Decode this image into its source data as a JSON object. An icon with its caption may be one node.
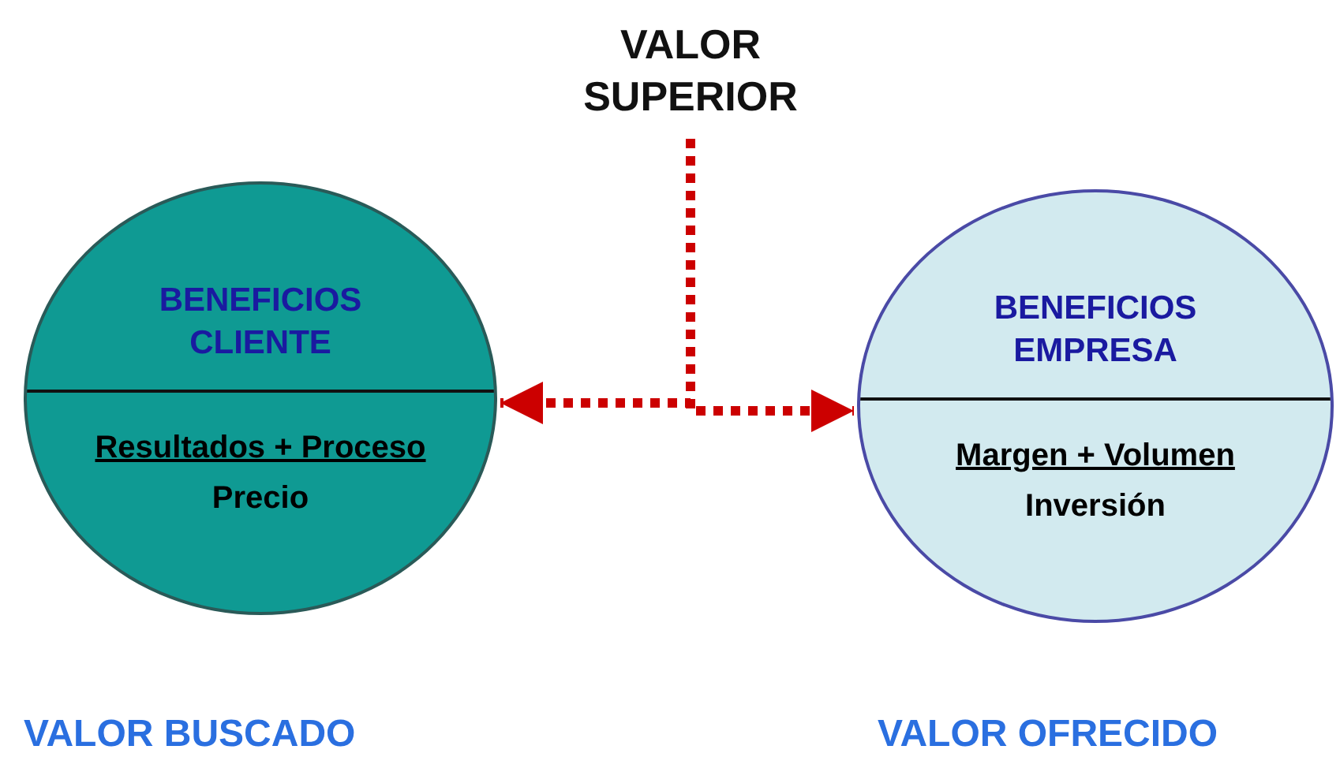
{
  "diagram": {
    "nodes": [
      {
        "text": [
          "VALOR SUPERIOR"
        ]
      },
      {
        "text": [
          "BENEFICIOS CLIENTE",
          "Resultados + Proceso",
          "Precio"
        ],
        "beside": [
          "VALOR BUSCADO"
        ]
      },
      {
        "text": [
          "BENEFICIOS EMPRESA",
          "Margen + Volumen",
          "Inversión"
        ],
        "beside": [
          "VALOR OFRECIDO"
        ]
      }
    ],
    "edges": [
      {
        "from": 0,
        "to": 1,
        "arrow": "to",
        "style": "dashed",
        "color": "#cc0000"
      },
      {
        "from": 0,
        "to": 2,
        "arrow": "to",
        "style": "dashed",
        "color": "#cc0000"
      }
    ]
  }
}
